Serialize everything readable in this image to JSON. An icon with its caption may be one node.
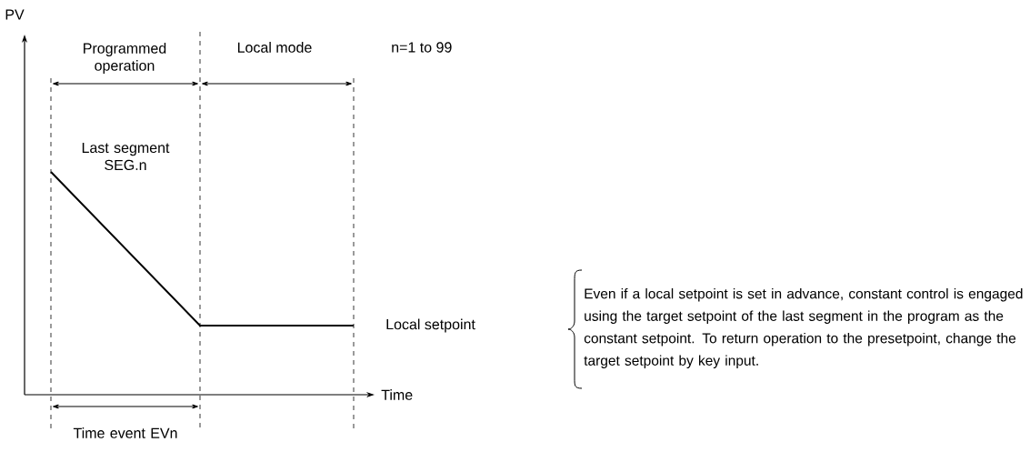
{
  "diagram": {
    "labels": [
      "PV",
      "Programmed operation",
      "Local mode",
      "n=1 to 99",
      "Last segment SEG.n",
      "Local setpoint",
      "Even if a local setpoint is set in advance, constant control is engaged using the target setpoint of the last segment in the program as the constant setpoint. To return operation to the presetpoint, change the target setpoint by key input.",
      "Time",
      "Time event EVn"
    ]
  }
}
